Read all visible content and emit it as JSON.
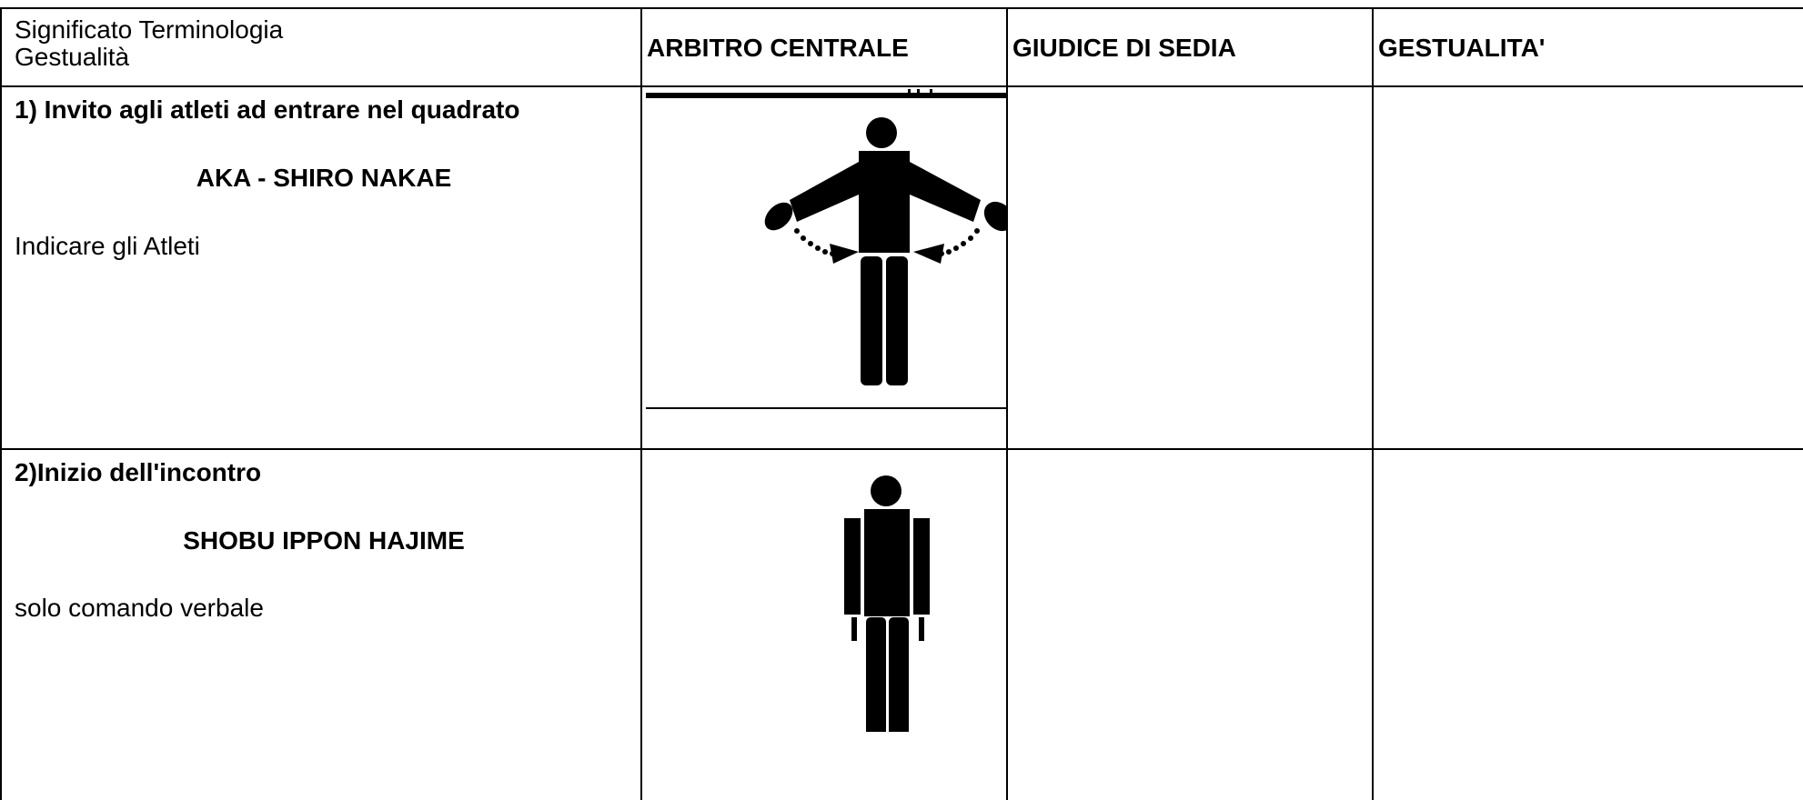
{
  "table": {
    "header": {
      "col1_line1": "Significato Terminologia",
      "col1_line2": "Gestualità",
      "col2": "ARBITRO CENTRALE",
      "col3": "GIUDICE DI SEDIA",
      "col4": "GESTUALITA'"
    },
    "rows": [
      {
        "title": "1) Invito agli atleti ad entrare nel quadrato",
        "term": "AKA - SHIRO NAKAE",
        "description": "Indicare gli Atleti",
        "figure_icon": "referee-arms-out-pointing-figure"
      },
      {
        "title": "2)Inizio dell'incontro",
        "term": "SHOBU IPPON HAJIME",
        "description": "solo comando verbale",
        "figure_icon": "referee-standing-figure"
      }
    ]
  },
  "colors": {
    "lines": "#000000",
    "background": "#ffffff",
    "figure": "#000000"
  }
}
